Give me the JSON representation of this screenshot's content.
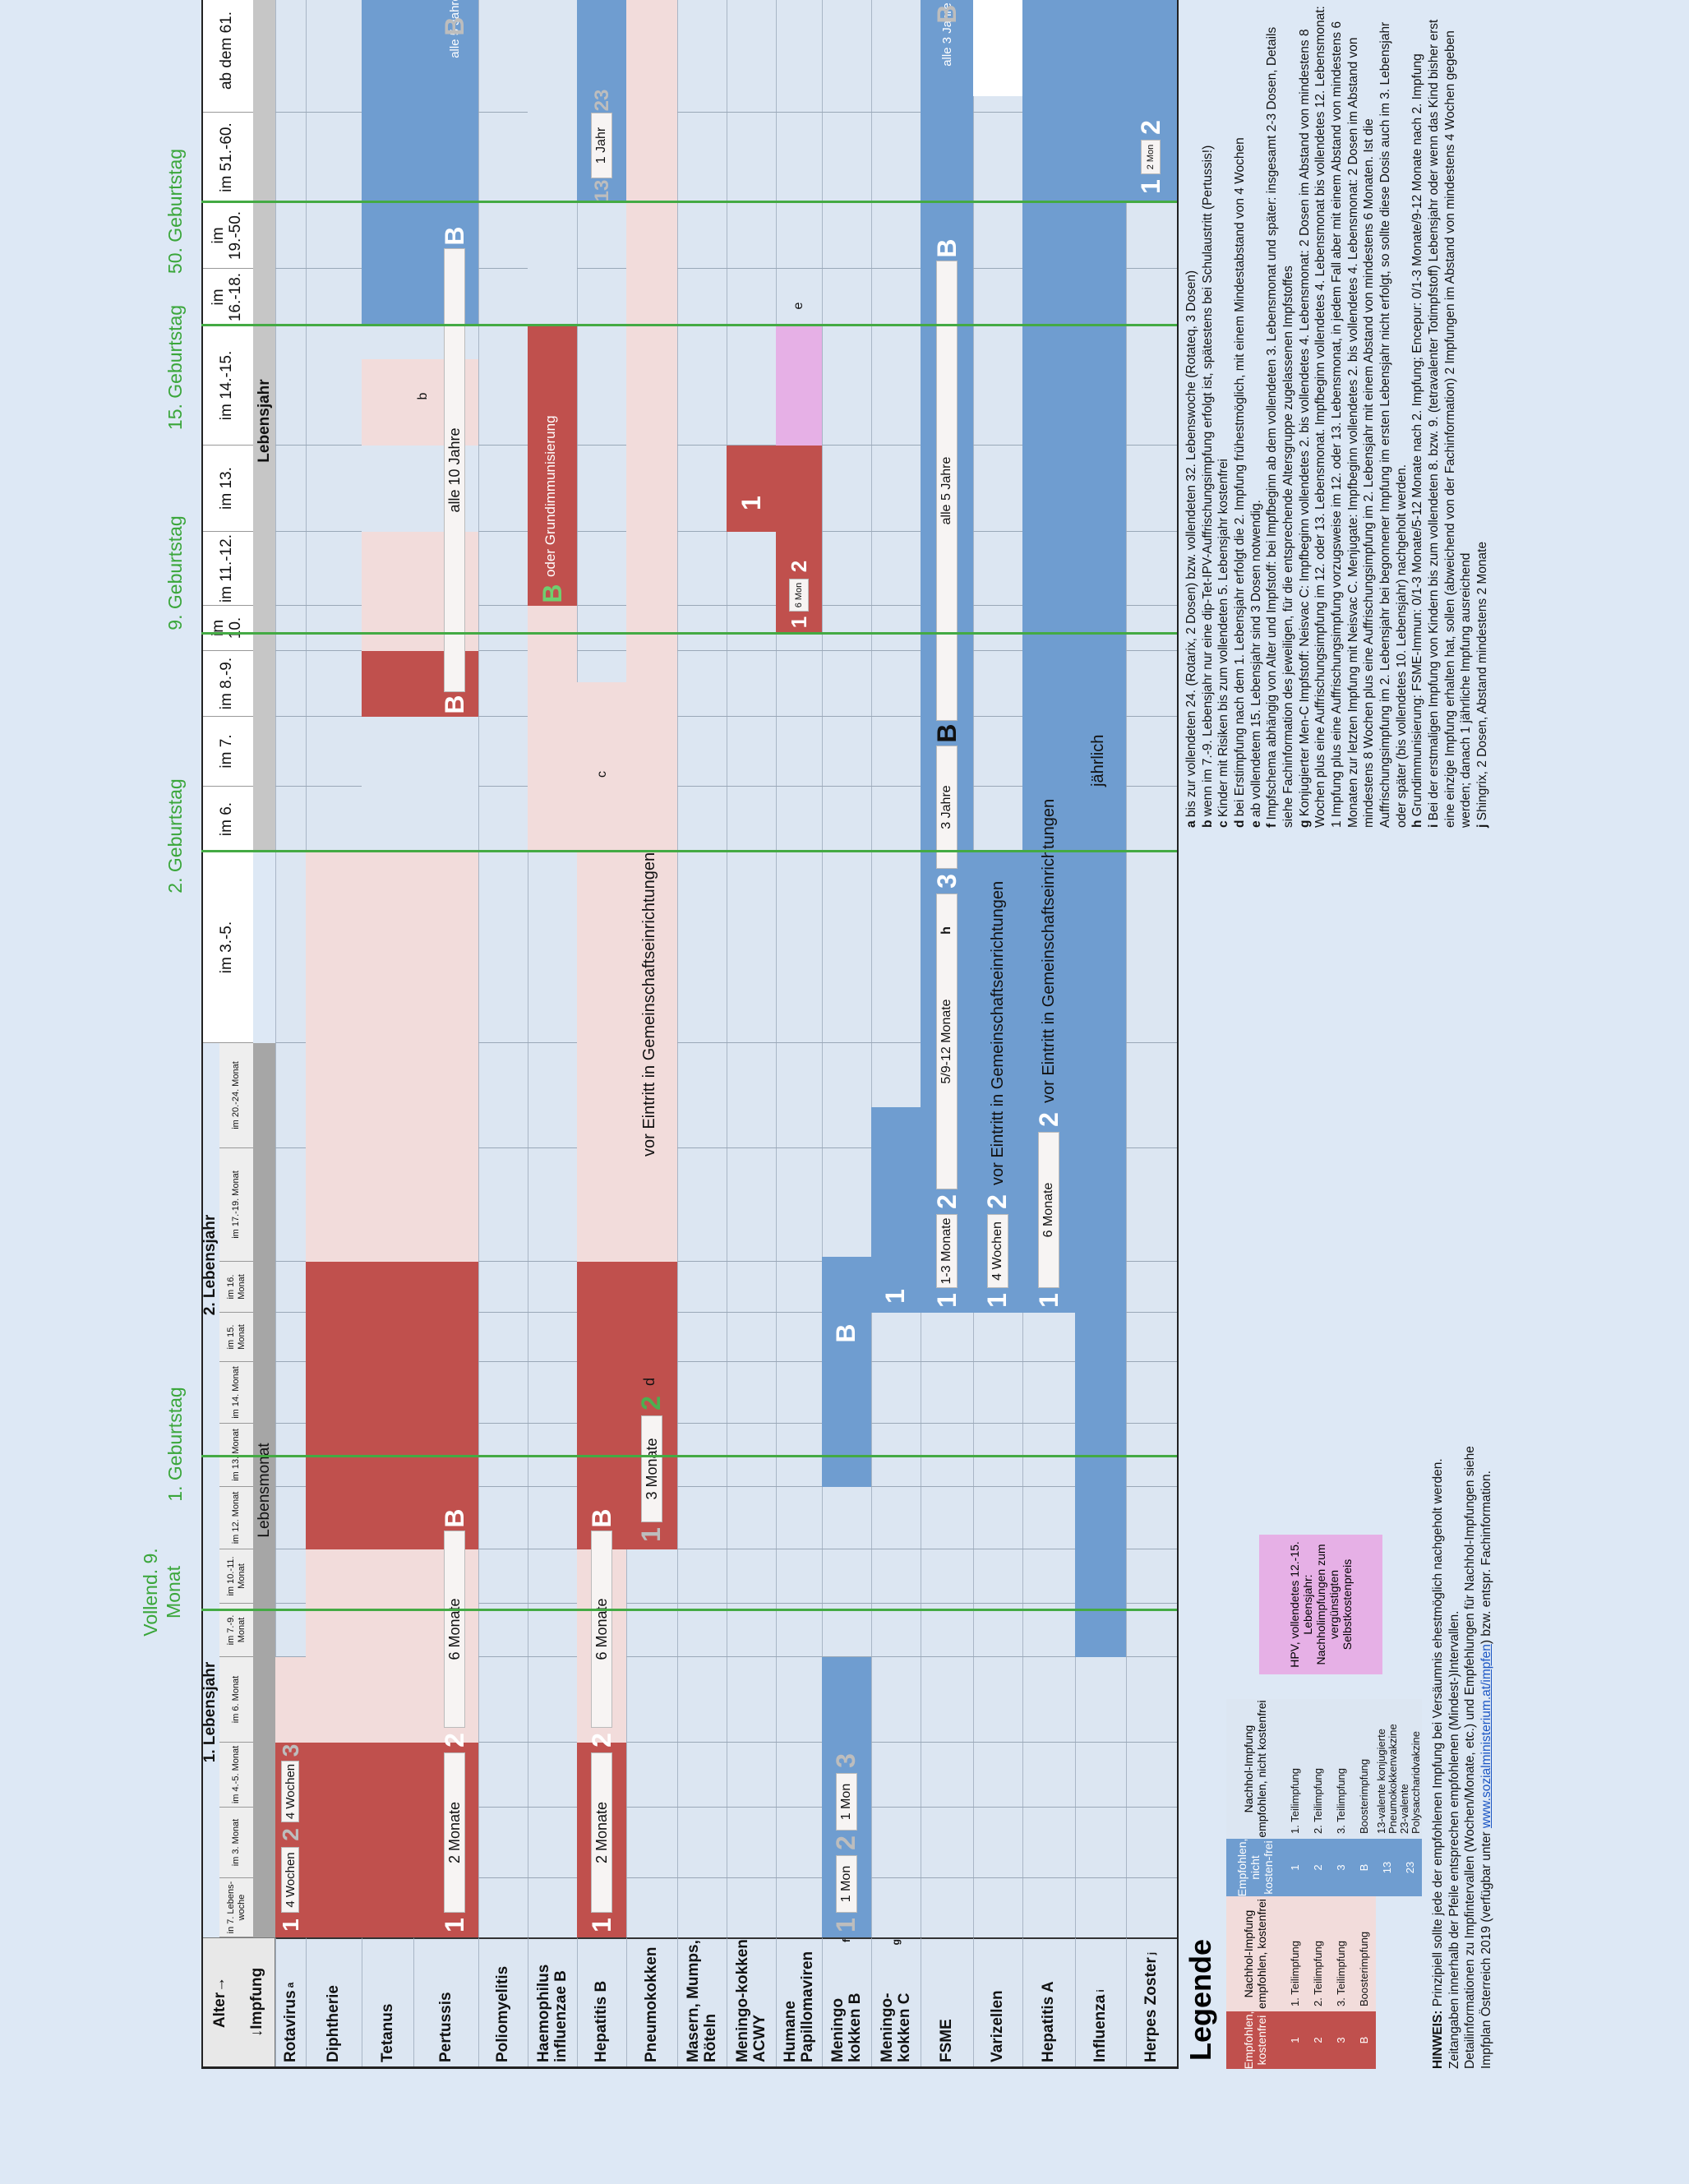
{
  "header": {
    "age_label": "Alter→",
    "vaccine_label": "↓Impfung",
    "year1": "1. Lebensjahr",
    "year2": "2. Lebensjahr",
    "lebensmonat": "Lebensmonat",
    "lebensjahr": "Lebensjahr",
    "columns": [
      "in 7. Lebens-woche",
      "im 3. Monat",
      "im 4.-5. Monat",
      "im 6. Monat",
      "im 7.-9. Monat",
      "im 10.-11. Monat",
      "im 12. Monat",
      "im 13. Monat",
      "im 14. Monat",
      "im 15. Monat",
      "im 16. Monat",
      "im 17.-19. Monat",
      "im 20.-24. Monat",
      "im 3.-5.",
      "im 6.",
      "im 7.",
      "im 8.-9.",
      "im 10.",
      "im 11.-12.",
      "im 13.",
      "im 14.-15.",
      "im 16.-18.",
      "im 19.-50.",
      "im 51.-60.",
      "ab dem 61."
    ],
    "milestones": [
      "Vollend. 9. Monat",
      "1. Geburtstag",
      "2. Geburtstag",
      "9. Geburtstag",
      "15. Geburtstag",
      "50. Geburtstag"
    ]
  },
  "vaccines": [
    {
      "name": "Rotavirus",
      "sup": "a"
    },
    {
      "name": "Diphtherie",
      "sup": ""
    },
    {
      "name": "Tetanus",
      "sup": ""
    },
    {
      "name": "Pertussis",
      "sup": ""
    },
    {
      "name": "Poliomyelitis",
      "sup": ""
    },
    {
      "name": "Haemophilus influenzae B",
      "sup": ""
    },
    {
      "name": "Hepatitis B",
      "sup": ""
    },
    {
      "name": "Pneumokokken",
      "sup": ""
    },
    {
      "name": "Masern, Mumps, Röteln",
      "sup": ""
    },
    {
      "name": "Meningo-kokken ACWY",
      "sup": ""
    },
    {
      "name": "Humane Papillomaviren",
      "sup": ""
    },
    {
      "name": "Meningo kokken B",
      "sup": "f"
    },
    {
      "name": "Meningo-kokken C",
      "sup": "g"
    },
    {
      "name": "FSME",
      "sup": ""
    },
    {
      "name": "Varizellen",
      "sup": ""
    },
    {
      "name": "Hepatitis A",
      "sup": ""
    },
    {
      "name": "Influenza",
      "sup": "i"
    },
    {
      "name": "Herpes Zoster",
      "sup": "j"
    }
  ],
  "cells": {
    "rota_4w_a": "4 Wochen",
    "rota_4w_b": "4 Wochen",
    "n1": "1",
    "n2": "2",
    "n3": "3",
    "nB": "B",
    "two_months": "2 Monate",
    "six_months": "6 Monate",
    "three_months": "3 Monate",
    "one_mon": "1 Mon",
    "alle5": "alle 5 Jahre",
    "alle10": "alle 10 Jahre",
    "alle3": "alle 3 Jahre",
    "oder_grund": "oder Grundimmunisierung",
    "vor_eintritt": "vor Eintritt in Gemeinschaftseinrichtungen",
    "d": "d",
    "b": "b",
    "c": "c",
    "e": "e",
    "h": "h",
    "n13": "13",
    "n23": "23",
    "one_jahr": "1 Jahr",
    "six_mon": "6 Mon",
    "two_mon": "2 Mon",
    "fsme_1_3": "1-3 Monate",
    "fsme_5_9": "5/9-12 Monate",
    "fsme_3j": "3 Jahre",
    "four_wochen": "4 Wochen",
    "jaehrlich": "jährlich"
  },
  "legend": {
    "title": "Legende",
    "col1_head": "Empfohlen, kostenfrei",
    "col2_head": "Nachhol-Impfung empfohlen, kostenfrei",
    "col3_head": "Empfohlen, nicht kosten-frei",
    "col4_head": "Nachhol-Impfung empfohlen, nicht kostenfrei",
    "rows": [
      {
        "a": "1",
        "b": "1. Teilimpfung",
        "c": "1",
        "d": "1. Teilimpfung"
      },
      {
        "a": "2",
        "b": "2. Teilimpfung",
        "c": "2",
        "d": "2. Teilimpfung"
      },
      {
        "a": "3",
        "b": "3. Teilimpfung",
        "c": "3",
        "d": "3. Teilimpfung"
      },
      {
        "a": "B",
        "b": "Boosterimpfung",
        "c": "B",
        "d": "Boosterimpfung"
      },
      {
        "a": "",
        "b": "",
        "c": "13",
        "d": "13-valente konjugierte Pneumokokkenvakzine"
      },
      {
        "a": "",
        "b": "",
        "c": "23",
        "d": "23-valente Polysaccharidvakzine"
      }
    ],
    "hpv_box": "HPV, vollendetes 12.-15. Lebensjahr: Nachholimpfungen zum vergünstigten Selbstkostenpreis"
  },
  "footnotes": [
    {
      "k": "a",
      "t": "bis zur vollendeten 24. (Rotarix, 2 Dosen) bzw. vollendeten 32. Lebenswoche (Rotateq, 3 Dosen)"
    },
    {
      "k": "b",
      "t": "wenn im 7.-9. Lebensjahr nur eine dip-Tet-IPV-Auffrischungsimpfung erfolgt ist, spätestens bei Schulaustritt (Pertussis!)"
    },
    {
      "k": "c",
      "t": "Kinder mit Risiken bis zum vollendeten 5. Lebensjahr kostenfrei"
    },
    {
      "k": "d",
      "t": "bei Erstimpfung nach dem 1. Lebensjahr erfolgt die 2. Impfung frühestmöglich, mit einem Mindestabstand von 4 Wochen"
    },
    {
      "k": "e",
      "t": "ab vollendetem 15. Lebensjahr sind 3 Dosen notwendig."
    },
    {
      "k": "f",
      "t": "Impfschema abhängig von Alter und Impfstoff: bei Impfbeginn ab dem vollendeten 3. Lebensmonat und später: insgesamt 2-3 Dosen, Details siehe Fachinformation des jeweiligen, für die entsprechende Altersgruppe zugelassenen Impfstoffes"
    },
    {
      "k": "g",
      "t": "Konjugierter Men-C Impfstoff: Neisvac C: Impfbeginn vollendetes 2. bis vollendetes 4. Lebensmonat: 2 Dosen im Abstand von mindestens 8 Wochen plus eine Auffrischungsimpfung im 12. oder 13. Lebensmonat. Impfbeginn vollendetes 4. Lebensmonat bis vollendetes 12. Lebensmonat: 1 Impfung plus eine Auffrischungsimpfung vorzugsweise im 12. oder 13. Lebensmonat, in jedem Fall aber mit einem Abstand von mindestens 6 Monaten zur letzten Impfung mit Neisvac C. Menjugate: Impfbeginn vollendetes 2. bis vollendetes 4. Lebensmonat: 2 Dosen im Abstand von mindestens 8 Wochen plus eine Auffrischungsimpfung im 2. Lebensjahr mit einem Abstand von mindestens 6 Monaten. Ist die Auffrischungsimpfung im 2. Lebensjahr bei begonnener Impfung im ersten Lebensjahr nicht erfolgt, so sollte diese Dosis auch im 3. Lebensjahr oder später (bis vollendetes 10. Lebensjahr) nachgeholt werden."
    },
    {
      "k": "h",
      "t": "Grundimmunisierung: FSME-Immun: 0/1-3 Monate/5-12 Monate nach 2. Impfung; Encepur: 0/1-3 Monate/9-12 Monate nach 2. Impfung"
    },
    {
      "k": "i",
      "t": "Bei der erstmaligen Impfung von Kindern bis zum vollendeten 8. bzw. 9. (tetravalenter Totimpfstoff) Lebensjahr oder wenn das Kind bisher erst eine einzige Impfung erhalten hat, sollen (abweichend von der Fachinformation) 2 Impfungen im Abstand von mindestens 4 Wochen gegeben werden; danach 1 jährliche Impfung ausreichend"
    },
    {
      "k": "j",
      "t": "Shingrix, 2 Dosen, Abstand mindestens 2 Monate"
    }
  ],
  "hint": {
    "label": "HINWEIS:",
    "lines": [
      "Prinzipiell sollte jede der empfohlenen Impfung bei Versäumnis ehestmöglich nachgeholt werden.",
      "Zeitangaben innerhalb der Pfeile entsprechen empfohlenen (Mindest-)Intervallen.",
      "Detailinformationen zu Impfintervallen (Wochen/Monate, etc.) und Empfehlungen für Nachhol-Impfungen siehe",
      "Impfplan Österreich 2019 (verfügbar unter",
      "www.sozialministerium.at/impfen",
      ") bzw. entspr. Fachinformation."
    ]
  },
  "colors": {
    "dark_red": "#c0504d",
    "light_red": "#f2dcdb",
    "dark_blue": "#6f9dd0",
    "light_blue": "#dce6f2",
    "pink_hpv": "#e6b0e6",
    "milestone_green": "#44aa44",
    "background": "#dde8f5"
  }
}
